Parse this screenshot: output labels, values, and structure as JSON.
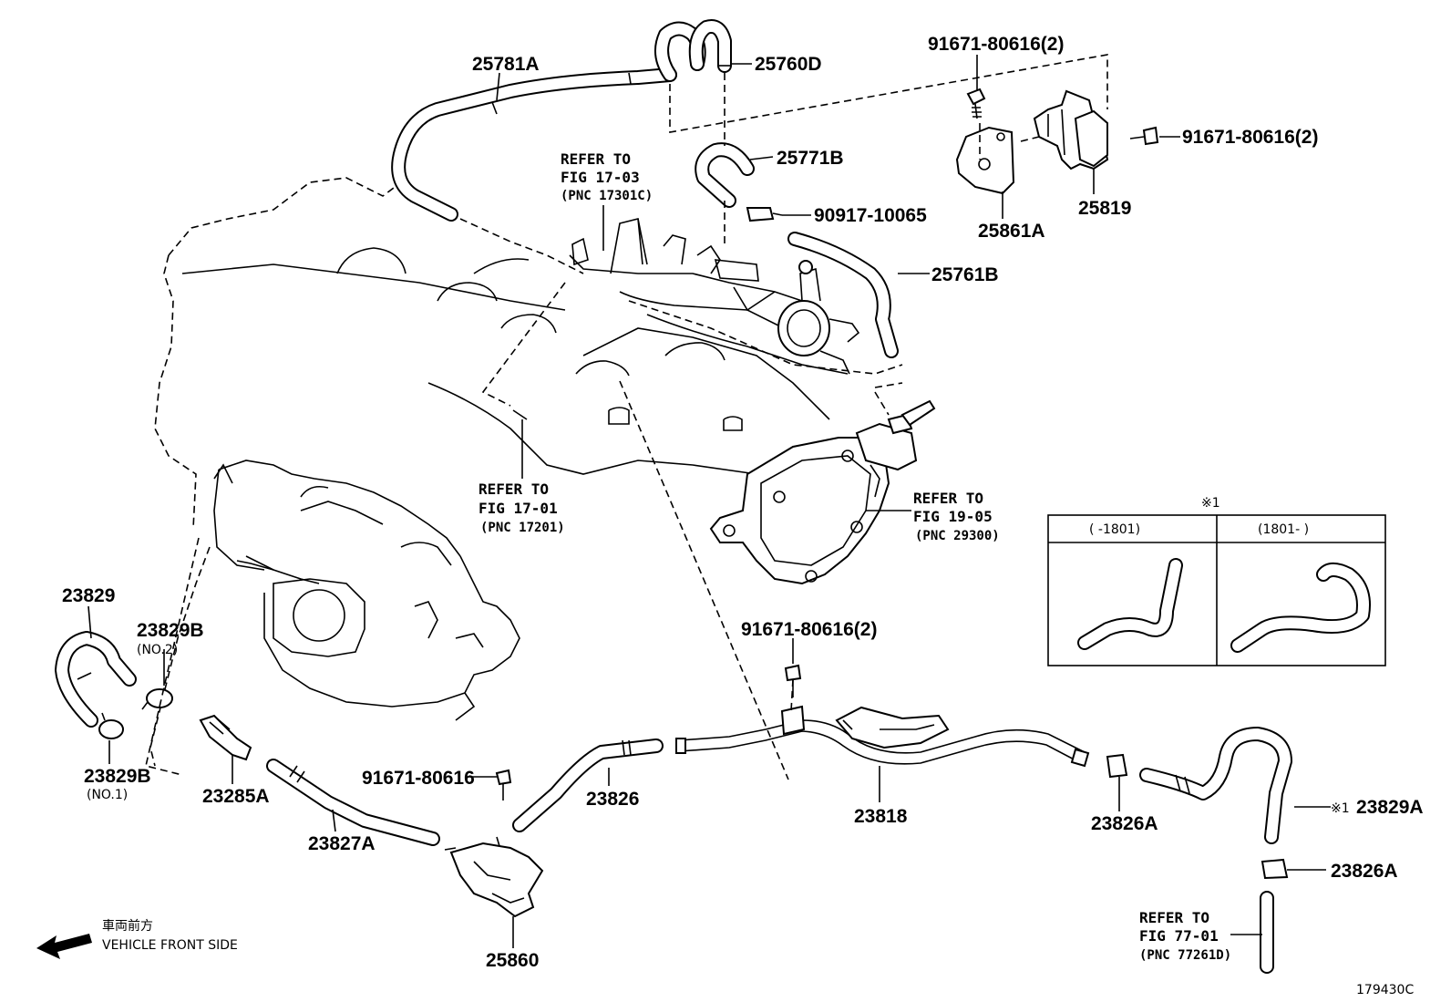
{
  "diagram_id": "179430C",
  "front_side": {
    "japanese": "車両前方",
    "english": "VEHICLE FRONT SIDE"
  },
  "parts": [
    {
      "id": "25781A",
      "label": "25781A"
    },
    {
      "id": "25760D",
      "label": "25760D"
    },
    {
      "id": "25771B",
      "label": "25771B"
    },
    {
      "id": "90917-10065",
      "label": "90917-10065"
    },
    {
      "id": "25761B",
      "label": "25761B"
    },
    {
      "id": "bolt-top",
      "label": "91671-80616(2)"
    },
    {
      "id": "bolt-right",
      "label": "91671-80616(2)"
    },
    {
      "id": "25861A",
      "label": "25861A"
    },
    {
      "id": "25819",
      "label": "25819"
    },
    {
      "id": "23829",
      "label": "23829"
    },
    {
      "id": "23829B-2",
      "label": "23829B",
      "sub": "(NO.2)"
    },
    {
      "id": "23829B-1",
      "label": "23829B",
      "sub": "(NO.1)"
    },
    {
      "id": "23285A",
      "label": "23285A"
    },
    {
      "id": "23827A",
      "label": "23827A"
    },
    {
      "id": "bolt-25860",
      "label": "91671-80616"
    },
    {
      "id": "25860",
      "label": "25860"
    },
    {
      "id": "23826",
      "label": "23826"
    },
    {
      "id": "bolt-mid",
      "label": "91671-80616(2)"
    },
    {
      "id": "23818",
      "label": "23818"
    },
    {
      "id": "23826A-1",
      "label": "23826A"
    },
    {
      "id": "23829A",
      "label": "23829A",
      "prefix": "※1"
    },
    {
      "id": "23826A-2",
      "label": "23826A"
    }
  ],
  "references": [
    {
      "id": "ref-17-03",
      "line1": "REFER TO",
      "line2": "FIG 17-03",
      "line3": "(PNC 17301C)"
    },
    {
      "id": "ref-17-01",
      "line1": "REFER TO",
      "line2": "FIG 17-01",
      "line3": "(PNC 17201)"
    },
    {
      "id": "ref-19-05",
      "line1": "REFER TO",
      "line2": "FIG 19-05",
      "line3": "(PNC 29300)"
    },
    {
      "id": "ref-77-01",
      "line1": "REFER TO",
      "line2": "FIG 77-01",
      "line3": "(PNC 77261D)"
    }
  ],
  "variant_table": {
    "title": "※1",
    "columns": [
      "(      -1801)",
      "(1801-      )"
    ]
  }
}
